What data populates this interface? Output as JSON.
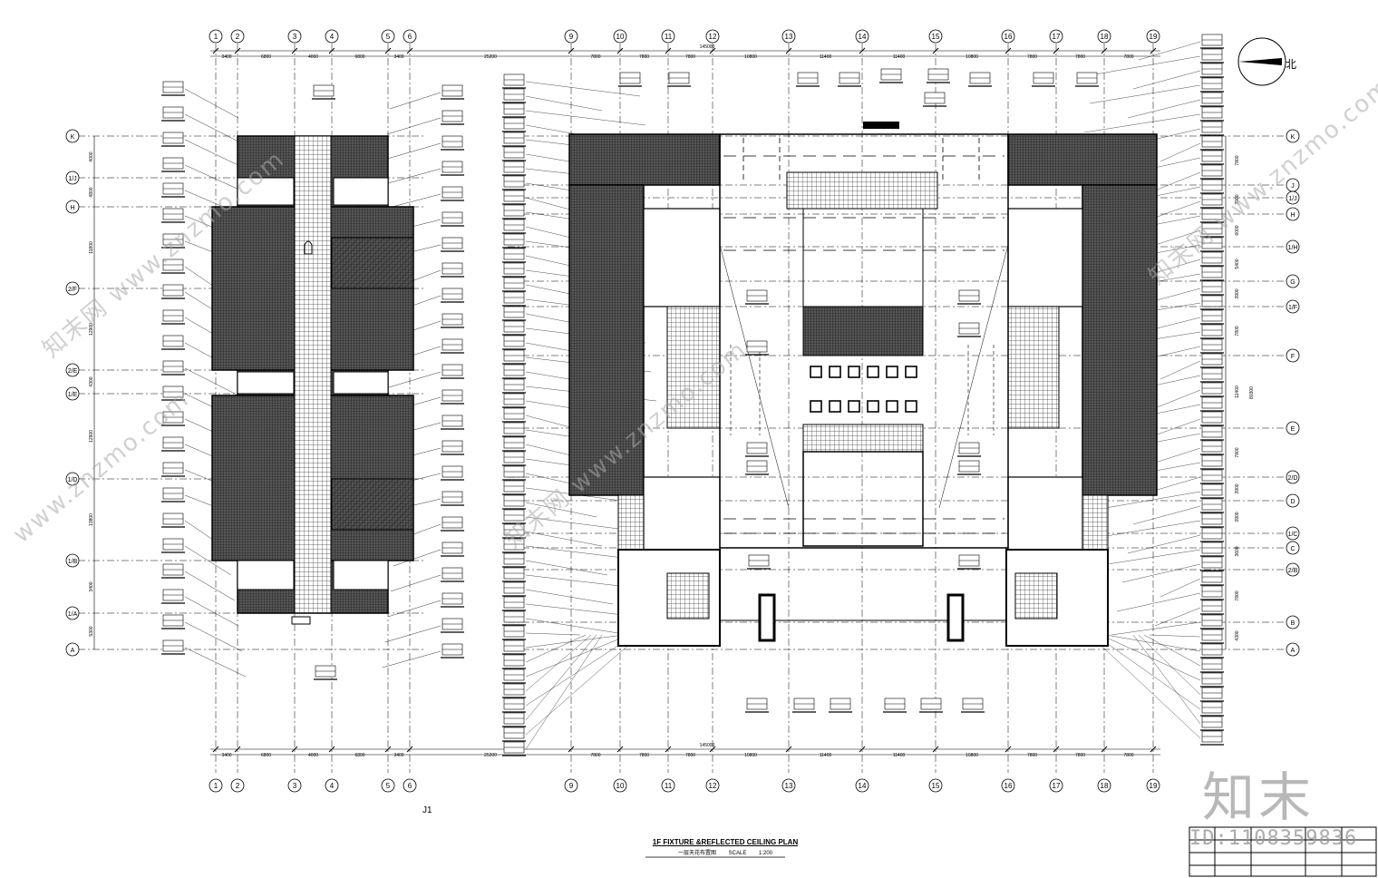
{
  "grid": {
    "columns_top": [
      "1",
      "2",
      "3",
      "4",
      "5",
      "6",
      "9",
      "10",
      "11",
      "12",
      "13",
      "14",
      "15",
      "16",
      "17",
      "18",
      "19"
    ],
    "rows_left": [
      "K",
      "1/J",
      "H",
      "2/F",
      "2/E",
      "1/E",
      "1/D",
      "1/B",
      "1/A",
      "A"
    ],
    "rows_right": [
      "K",
      "J",
      "1/J",
      "H",
      "1/H",
      "G",
      "1/F",
      "F",
      "E",
      "2/D",
      "D",
      "1/C",
      "C",
      "2/B",
      "B",
      "A"
    ],
    "dims_left_top": [
      "3400",
      "6800",
      "4000",
      "6800",
      "3400"
    ],
    "dims_main_top": [
      "25200",
      "7800",
      "7800",
      "7800",
      "10800",
      "11400",
      "11400",
      "10800",
      "7800",
      "7800",
      "7800"
    ],
    "dims_left_side": [
      "4000",
      "4800",
      "11800",
      "12900",
      "4300",
      "12900",
      "13800",
      "3400",
      "5300"
    ],
    "dims_right_side": [
      "7800",
      "3900",
      "6000",
      "5400",
      "3900",
      "7800",
      "11400",
      "7800",
      "3900",
      "3900",
      "3600",
      "7800",
      "4300"
    ],
    "total_width": "145000",
    "total_height": "80300"
  },
  "labels": {
    "plan_code": "J1",
    "title": "1F FIXTURE &REFLECTED CEILING PLAN",
    "subtitle_cn": "一层天花布置图",
    "scale_label": "SCALE",
    "scale_value": "1:200",
    "north": "北",
    "brand_mark": "知末",
    "id_text": "ID:1108359836"
  },
  "watermarks": [
    "知末网 www.znzmo.com",
    "www.znzmo.com",
    "知末网 www.znzmo.com",
    "知末网 www.znzmo.com"
  ],
  "icons": [
    "north-arrow-icon",
    "grid-bubble-icon",
    "ceiling-tag-icon"
  ]
}
